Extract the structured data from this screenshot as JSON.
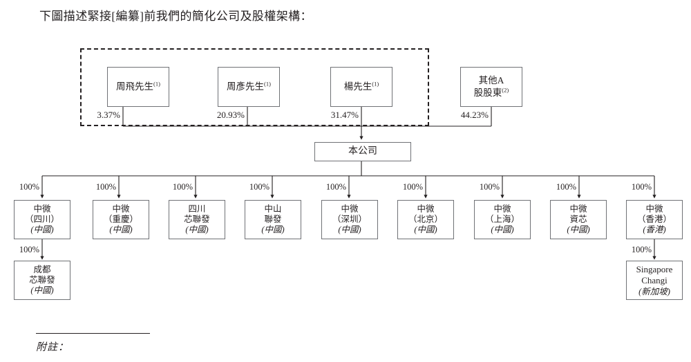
{
  "title": "下圖描述緊接[編纂]前我們的簡化公司及股權架構：",
  "dashed_group": {
    "label": "controlling-shareholders-group"
  },
  "shareholders": [
    {
      "name": "周飛先生",
      "sup": "(1)",
      "pct": "3.37%"
    },
    {
      "name": "周彥先生",
      "sup": "(1)",
      "pct": "20.93%"
    },
    {
      "name": "楊先生",
      "sup": "(1)",
      "pct": "31.47%"
    },
    {
      "name_line1": "其他A",
      "name_line2": "股股東",
      "sup": "(2)",
      "pct": "44.23%"
    }
  ],
  "company": {
    "name": "本公司"
  },
  "subsidiaries": [
    {
      "line1": "中微",
      "line2": "（四川）",
      "country": "(中國)",
      "pct": "100%"
    },
    {
      "line1": "中微",
      "line2": "（重慶）",
      "country": "(中國)",
      "pct": "100%"
    },
    {
      "line1": "四川",
      "line2": "芯聯發",
      "country": "(中國)",
      "pct": "100%"
    },
    {
      "line1": "中山",
      "line2": "聯發",
      "country": "(中國)",
      "pct": "100%"
    },
    {
      "line1": "中微",
      "line2": "（深圳）",
      "country": "(中國)",
      "pct": "100%"
    },
    {
      "line1": "中微",
      "line2": "（北京）",
      "country": "(中國)",
      "pct": "100%"
    },
    {
      "line1": "中微",
      "line2": "（上海）",
      "country": "(中國)",
      "pct": "100%"
    },
    {
      "line1": "中微",
      "line2": "資芯",
      "country": "(中國)",
      "pct": "100%"
    },
    {
      "line1": "中微",
      "line2": "（香港）",
      "country": "(香港)",
      "pct": "100%"
    }
  ],
  "third_level": [
    {
      "line1": "成都",
      "line2": "芯聯發",
      "country": "(中國)",
      "pct": "100%"
    },
    {
      "line1": "Singapore",
      "line2": "Changi",
      "country": "(新加坡)",
      "pct": "100%"
    }
  ],
  "footnote": {
    "label": "附註："
  },
  "colors": {
    "text": "#231f20",
    "box_border": "#6f7175",
    "line": "#231f20",
    "background": "#ffffff"
  }
}
